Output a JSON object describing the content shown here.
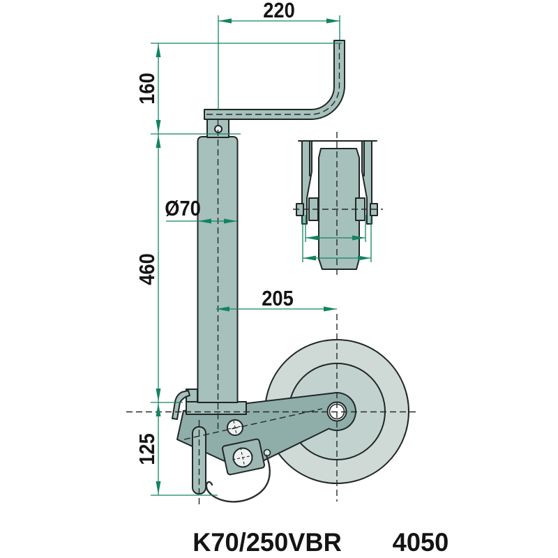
{
  "product_label": {
    "model": "K70/250VBR",
    "article_number": "4050"
  },
  "dimensions_mm": {
    "handle_width": "220",
    "handle_height": "160",
    "tube_length": "460",
    "lower_section": "125",
    "tube_diameter": "Ø70",
    "wheel_offset": "205"
  },
  "colors": {
    "dimension_line": "#128362",
    "outline": "#202725",
    "body_fill": "#a6c0bc",
    "arm_fill": "#8fada9",
    "tire_fill": "#cfdad7",
    "rim_fill": "#c2d2cf",
    "background": "#ffffff",
    "label_text": "#141414"
  }
}
